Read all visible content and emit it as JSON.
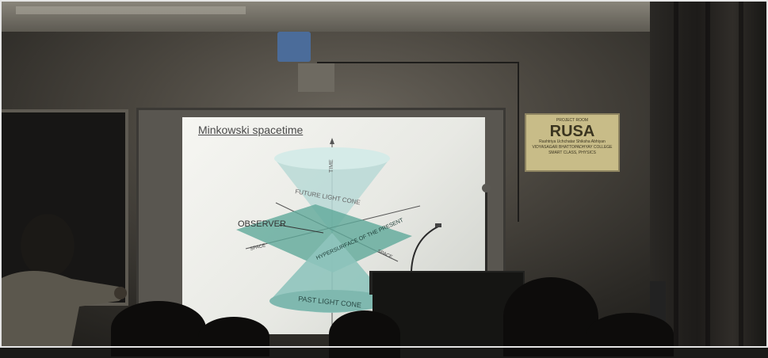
{
  "slide": {
    "title": "Minkowski spacetime",
    "labels": {
      "time": "TIME",
      "future_light_cone": "FUTURE LIGHT CONE",
      "observer": "OBSERVER",
      "space_left": "SPACE",
      "space_right": "SPACE",
      "hypersurface": "HYPERSURFACE OF THE PRESENT",
      "past_light_cone": "PAST LIGHT CONE"
    }
  },
  "plaque": {
    "top_line": "PROJECT ROOM",
    "name": "RUSA",
    "line1": "Rashtriya Uchchatar Shiksha Abhiyan",
    "line2": "VIDYASAGAR BHATTOPADHYAY COLLEGE",
    "line3": "SMART CLASS, PHYSICS"
  },
  "colors": {
    "cone": "#b9d9d6",
    "plane": "#5fa99a",
    "slide_bg": "#f2f2ee",
    "plaque": "#c8bc88"
  }
}
